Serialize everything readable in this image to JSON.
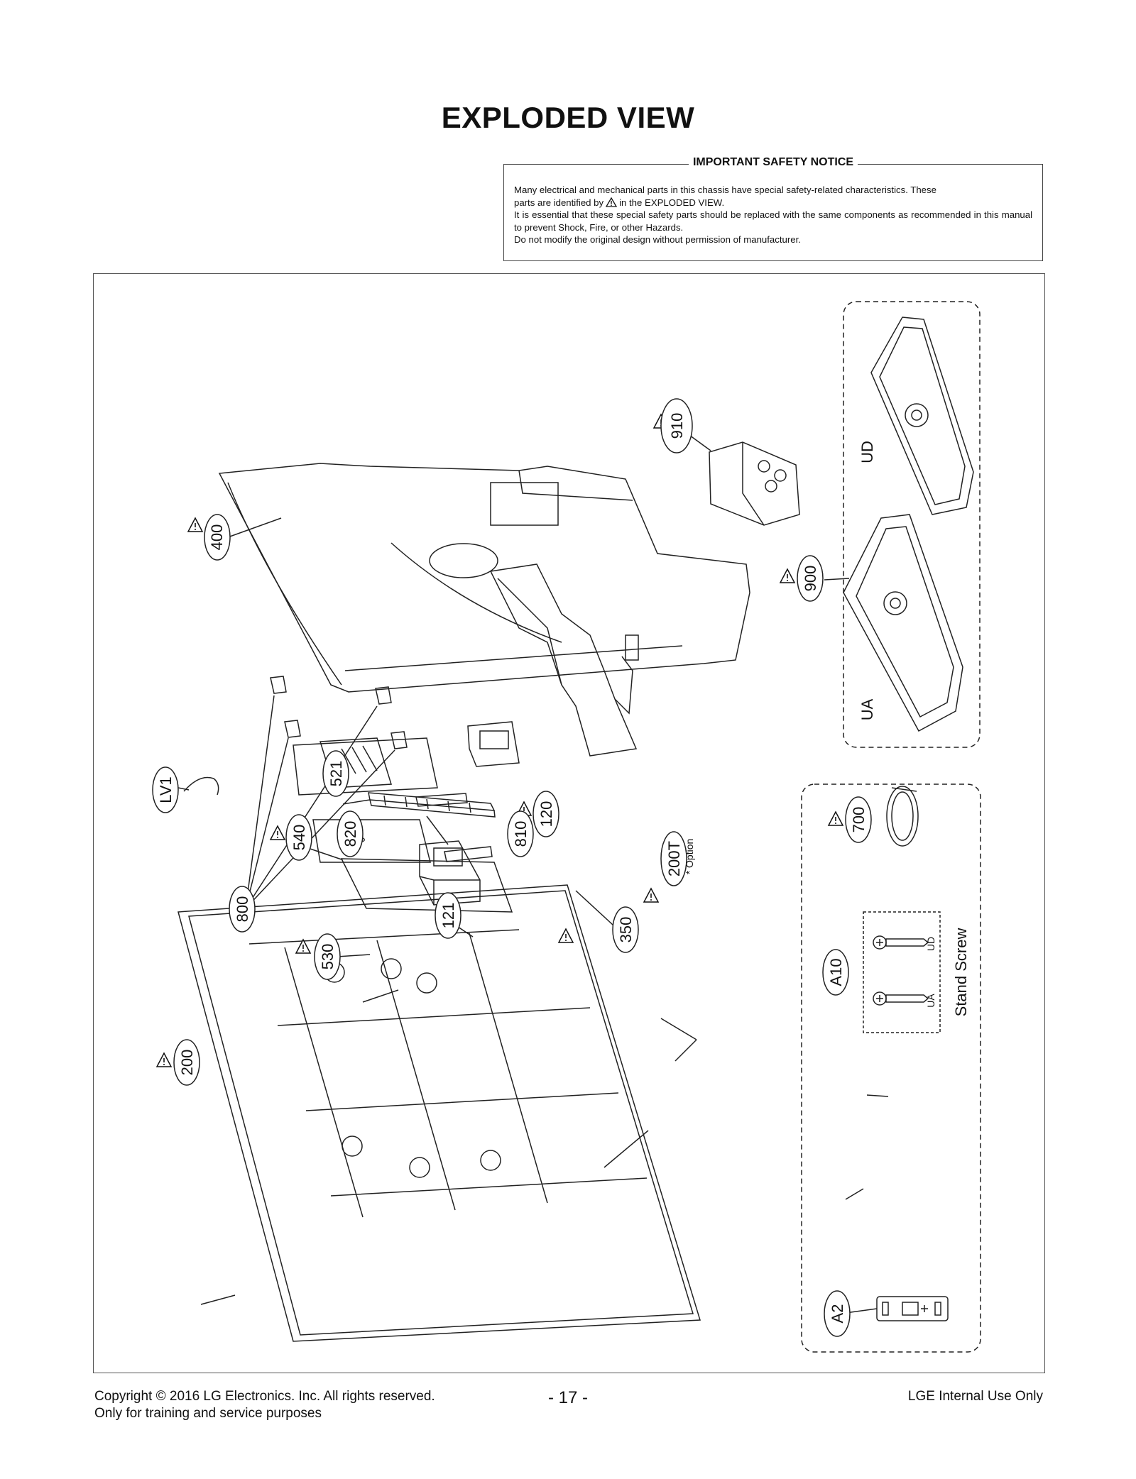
{
  "page": {
    "title": "EXPLODED VIEW",
    "page_number": "- 17 -"
  },
  "notice": {
    "title": "IMPORTANT SAFETY NOTICE",
    "line1": "Many electrical and mechanical parts in this chassis have special safety-related characteristics. These",
    "line2_a": "parts are identified by",
    "line2_b": "in the EXPLODED VIEW.",
    "line3": "It is essential that these special safety parts should be replaced with the same components as recommended in this manual to prevent Shock, Fire, or other Hazards.",
    "line4": "Do not modify the original design without permission of manufacturer."
  },
  "parts": {
    "p910": "910",
    "p400": "400",
    "p900": "900",
    "ud": "UD",
    "ua": "UA",
    "p521": "521",
    "p120": "120",
    "p540": "540",
    "p350": "350",
    "p800": "800",
    "p121": "121",
    "p530": "530",
    "plv1": "LV1",
    "p820": "820",
    "p810": "810",
    "p700": "700",
    "p200t": "200T",
    "option": "* Option",
    "pa10": "A10",
    "screw_ud": "UD",
    "screw_ua": "UA",
    "stand_screw": "Stand Screw",
    "p200": "200",
    "pa2": "A2"
  },
  "footer": {
    "copyright": "Copyright  © 2016 LG Electronics. Inc. All rights reserved.",
    "purpose": "Only for training and service purposes",
    "internal": "LGE Internal Use Only"
  }
}
